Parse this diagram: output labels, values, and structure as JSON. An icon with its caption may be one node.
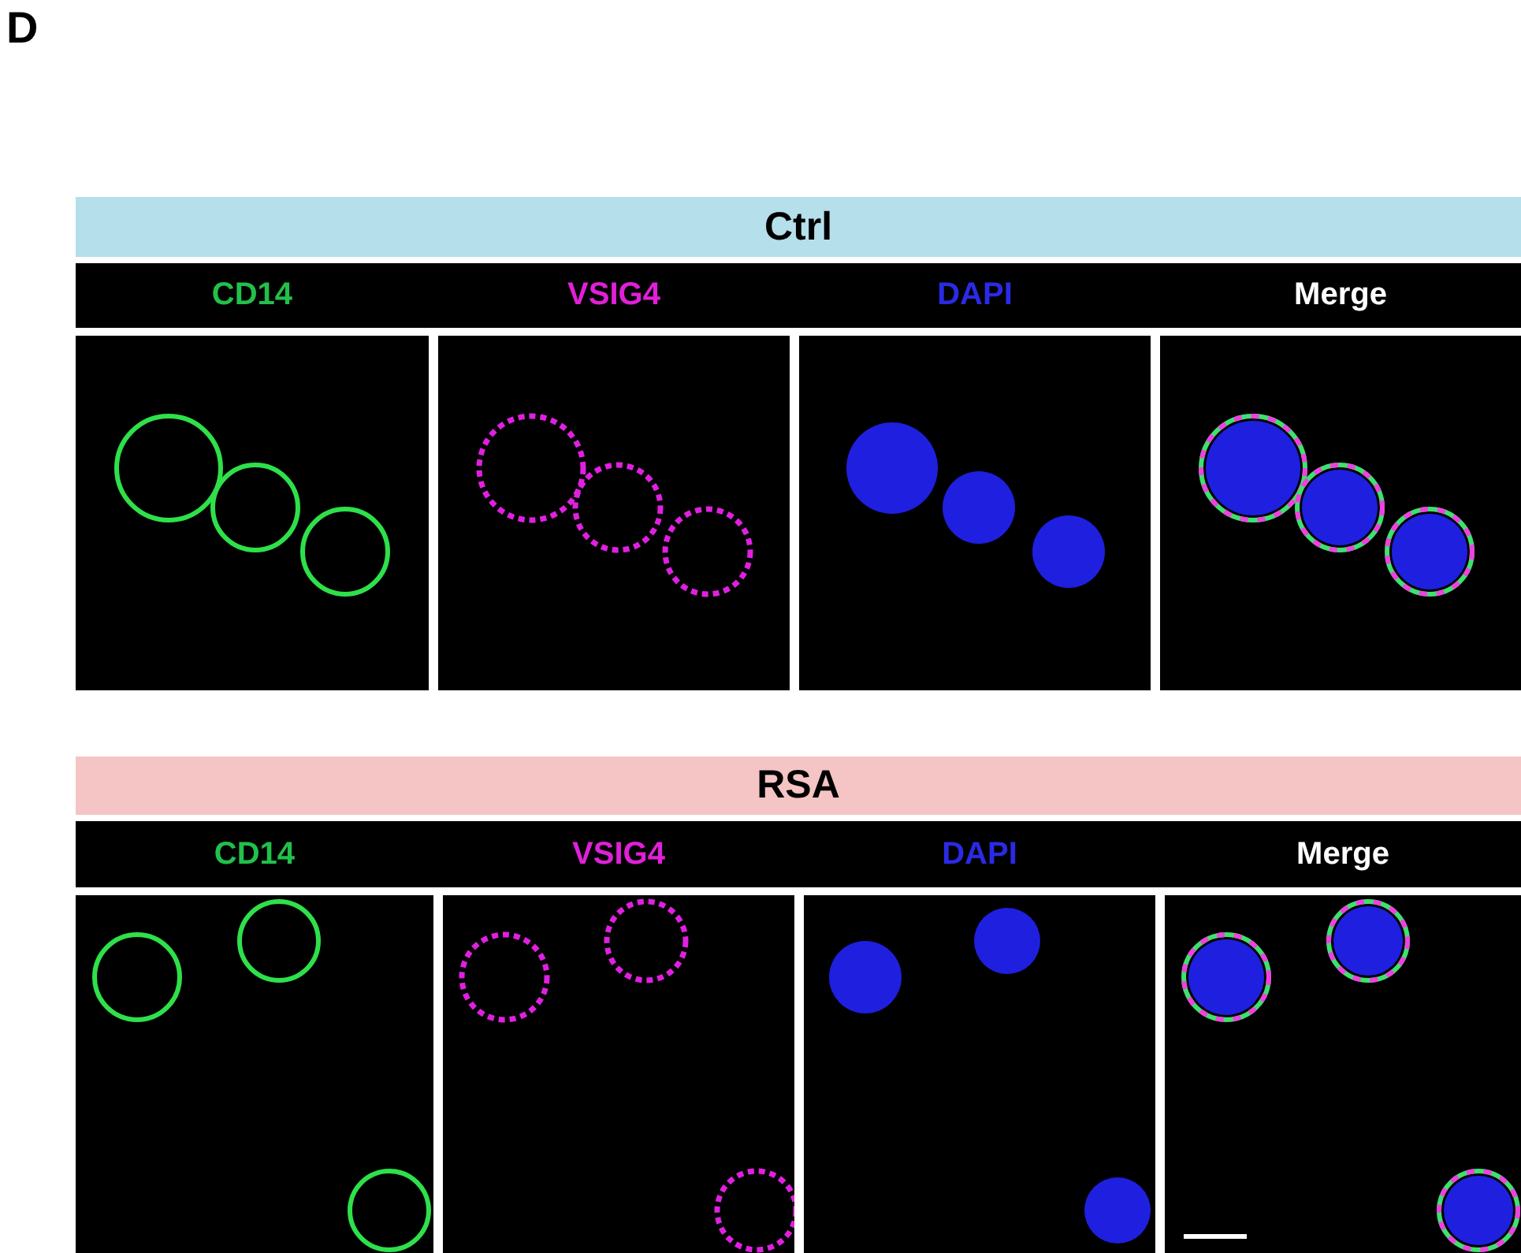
{
  "diagram": {
    "nodes": [
      {
        "text": [
          "Ctrl"
        ]
      },
      {
        "text": [
          "CD14",
          "VSIG4",
          "DAPI",
          "Merge"
        ]
      },
      {
        "text": [
          "RSA"
        ]
      },
      {
        "text": [
          "CD14",
          "VSIG4",
          "DAPI",
          "Merge"
        ]
      }
    ],
    "edges": [],
    "labels": [
      "D"
    ]
  }
}
